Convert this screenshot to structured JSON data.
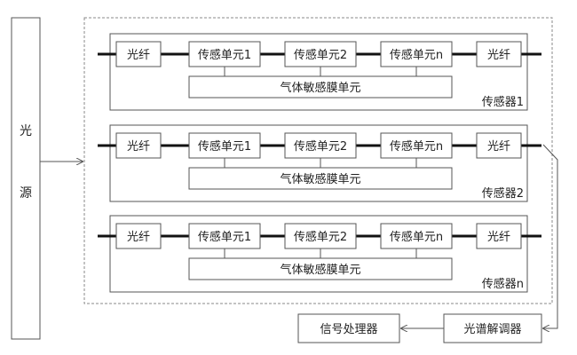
{
  "light_source": {
    "char1": "光",
    "char2": "源"
  },
  "sensors": [
    {
      "label": "传感器1",
      "fiber_left": "光纤",
      "fiber_right": "光纤",
      "units": [
        "传感单元1",
        "传感单元2",
        "传感单元n"
      ],
      "membrane": "气体敏感膜单元"
    },
    {
      "label": "传感器2",
      "fiber_left": "光纤",
      "fiber_right": "光纤",
      "units": [
        "传感单元1",
        "传感单元2",
        "传感单元n"
      ],
      "membrane": "气体敏感膜单元"
    },
    {
      "label": "传感器n",
      "fiber_left": "光纤",
      "fiber_right": "光纤",
      "units": [
        "传感单元1",
        "传感单元2",
        "传感单元n"
      ],
      "membrane": "气体敏感膜单元"
    }
  ],
  "demodulator": {
    "label": "光谱解调器"
  },
  "processor": {
    "label": "信号处理器"
  }
}
